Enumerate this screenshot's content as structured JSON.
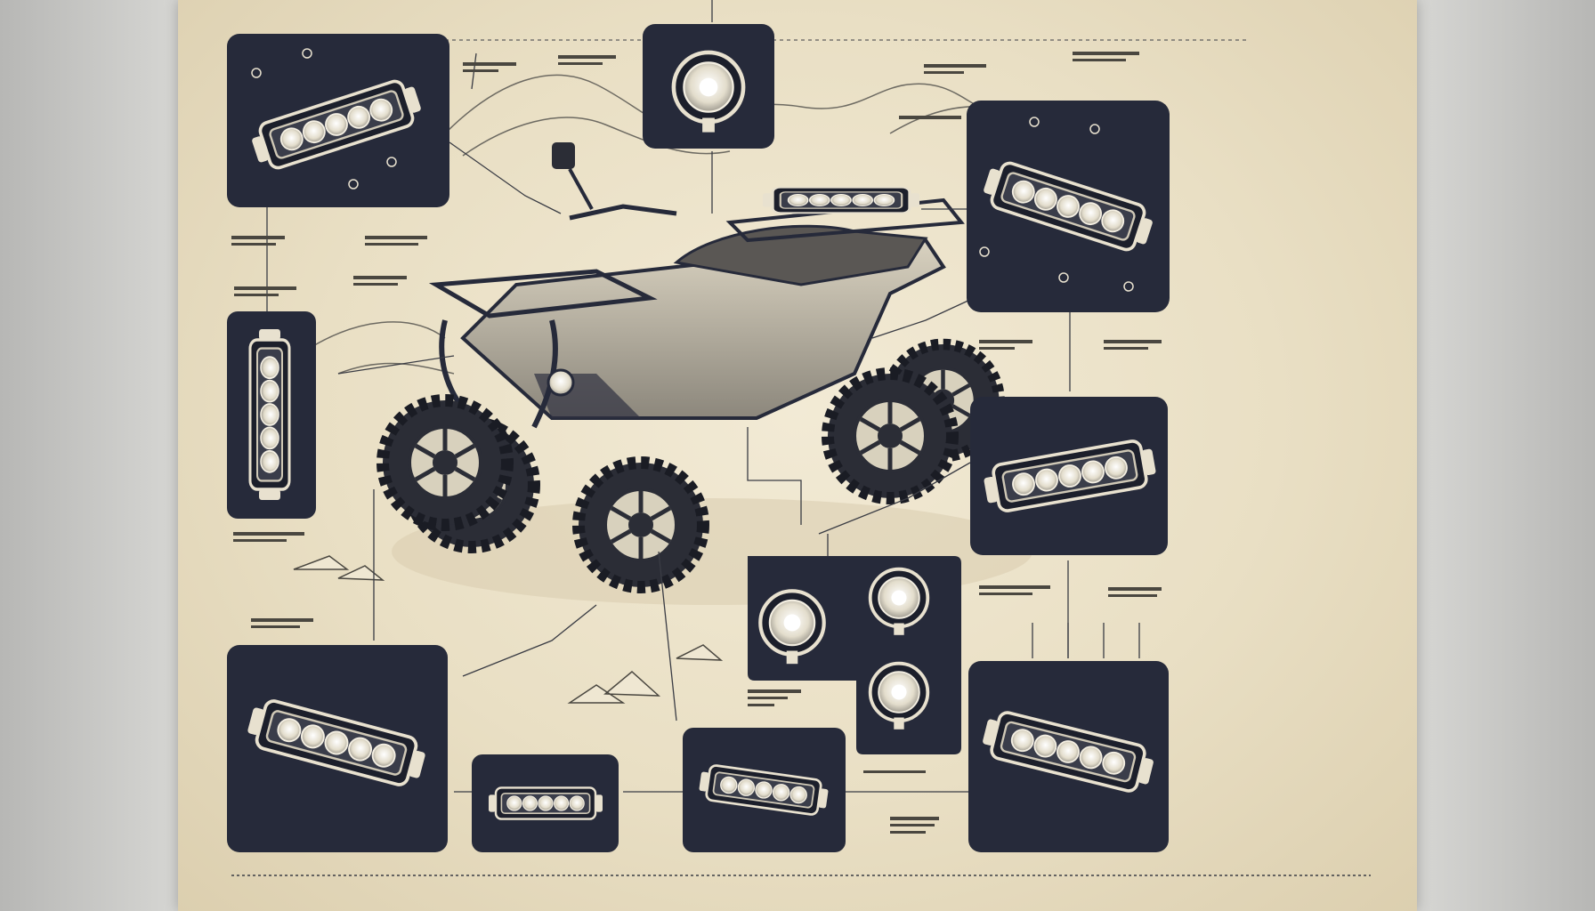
{
  "colors": {
    "paper": "#efe6cf",
    "ink": "#262a3a",
    "panel": "#262a3a",
    "line": "#3a3c44",
    "metal": "#ddd7c8"
  },
  "panels": [
    {
      "id": "top-left-light-bar",
      "icon": "led-light-bar-icon",
      "kind": "bar"
    },
    {
      "id": "top-center-spotlight",
      "icon": "round-spotlight-icon",
      "kind": "round"
    },
    {
      "id": "right-upper-light-pod",
      "icon": "light-pod-icon",
      "kind": "bar"
    },
    {
      "id": "left-vertical-light-bar",
      "icon": "vertical-light-bar-icon",
      "kind": "vbar"
    },
    {
      "id": "right-middle-light-bar",
      "icon": "led-light-bar-icon",
      "kind": "bar"
    },
    {
      "id": "center-fog-lights",
      "icon": "fog-light-icon",
      "kind": "round"
    },
    {
      "id": "bottom-left-light-bar",
      "icon": "led-light-bar-icon",
      "kind": "bar"
    },
    {
      "id": "bottom-small-light-bar",
      "icon": "led-light-bar-icon",
      "kind": "bar"
    },
    {
      "id": "bottom-center-light-bar",
      "icon": "led-light-bar-icon",
      "kind": "bar"
    },
    {
      "id": "bottom-right-light-bar",
      "icon": "led-light-bar-icon",
      "kind": "bar"
    }
  ],
  "illustration": {
    "subject": "atv-quad-icon",
    "rack_light": "roof-light-bar-icon",
    "background": "mountain-range-icon"
  }
}
